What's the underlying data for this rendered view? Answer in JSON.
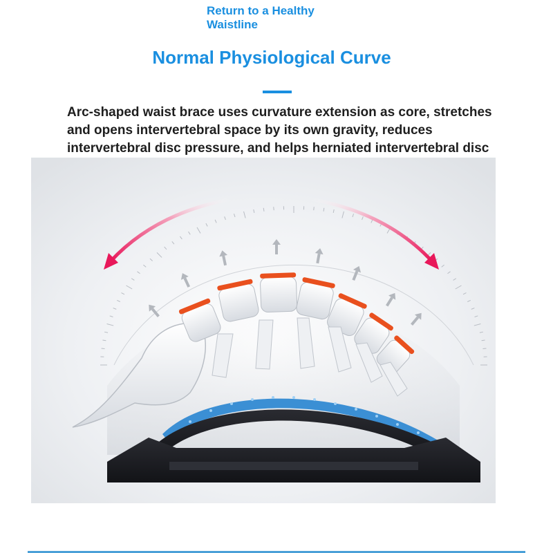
{
  "header": {
    "tagline": "Return to a Healthy\nWaistline",
    "title": "Normal Physiological Curve"
  },
  "body": {
    "description": "Arc-shaped waist brace uses curvature extension as core, stretches and opens intervertebral space by its own gravity, reduces intervertebral disc pressure, and helps herniated intervertebral disc return."
  },
  "colors": {
    "accent_blue": "#1a8fe0",
    "arrow_pink": "#e8185a",
    "disc_orange": "#e9501e",
    "brace_black": "#1c1d22",
    "brace_blue": "#3b8fd4"
  }
}
